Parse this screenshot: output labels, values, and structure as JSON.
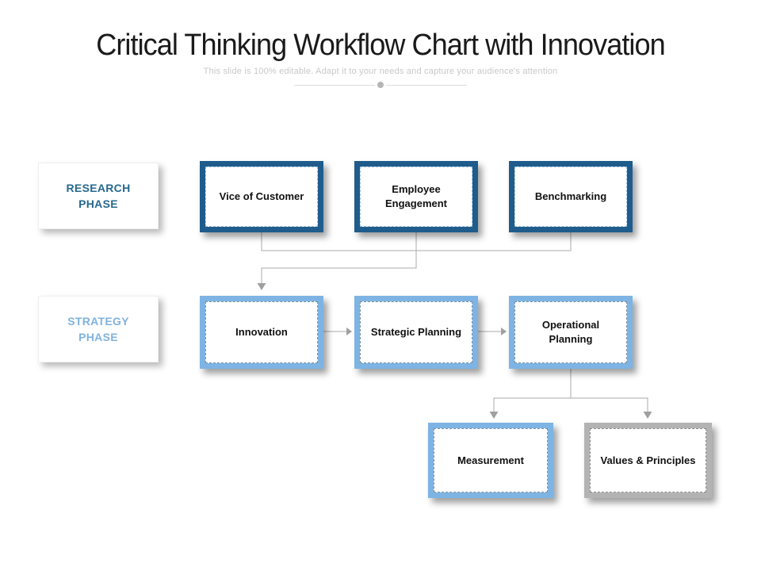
{
  "slide": {
    "title": "Critical Thinking Workflow Chart with Innovation",
    "subtitle": "This slide is 100% editable. Adapt it to your needs and capture your audience's attention"
  },
  "phases": [
    {
      "label": "RESEARCH PHASE"
    },
    {
      "label": "STRATEGY PHASE"
    }
  ],
  "research_row": [
    {
      "label": "Vice of Customer"
    },
    {
      "label": "Employee Engagement"
    },
    {
      "label": "Benchmarking"
    }
  ],
  "strategy_row": [
    {
      "label": "Innovation"
    },
    {
      "label": "Strategic Planning"
    },
    {
      "label": "Operational Planning"
    }
  ],
  "output_row": [
    {
      "label": "Measurement"
    },
    {
      "label": "Values & Principles"
    }
  ],
  "edges": [
    {
      "from": "Vice of Customer",
      "to": "Innovation"
    },
    {
      "from": "Employee Engagement",
      "to": "Innovation"
    },
    {
      "from": "Benchmarking",
      "to": "Innovation"
    },
    {
      "from": "Innovation",
      "to": "Strategic Planning"
    },
    {
      "from": "Strategic Planning",
      "to": "Operational Planning"
    },
    {
      "from": "Operational Planning",
      "to": "Measurement"
    },
    {
      "from": "Operational Planning",
      "to": "Values & Principles"
    }
  ],
  "colors": {
    "research_border": "#1F5C8C",
    "strategy_border": "#7DB4E3",
    "neutral_border": "#B3B3B3",
    "research_phase_text": "#26698F",
    "strategy_phase_text": "#7FB2DF",
    "connector": "#ABABAB",
    "title_text": "#1A1A1A",
    "subtitle_text": "#C8C8C8"
  }
}
